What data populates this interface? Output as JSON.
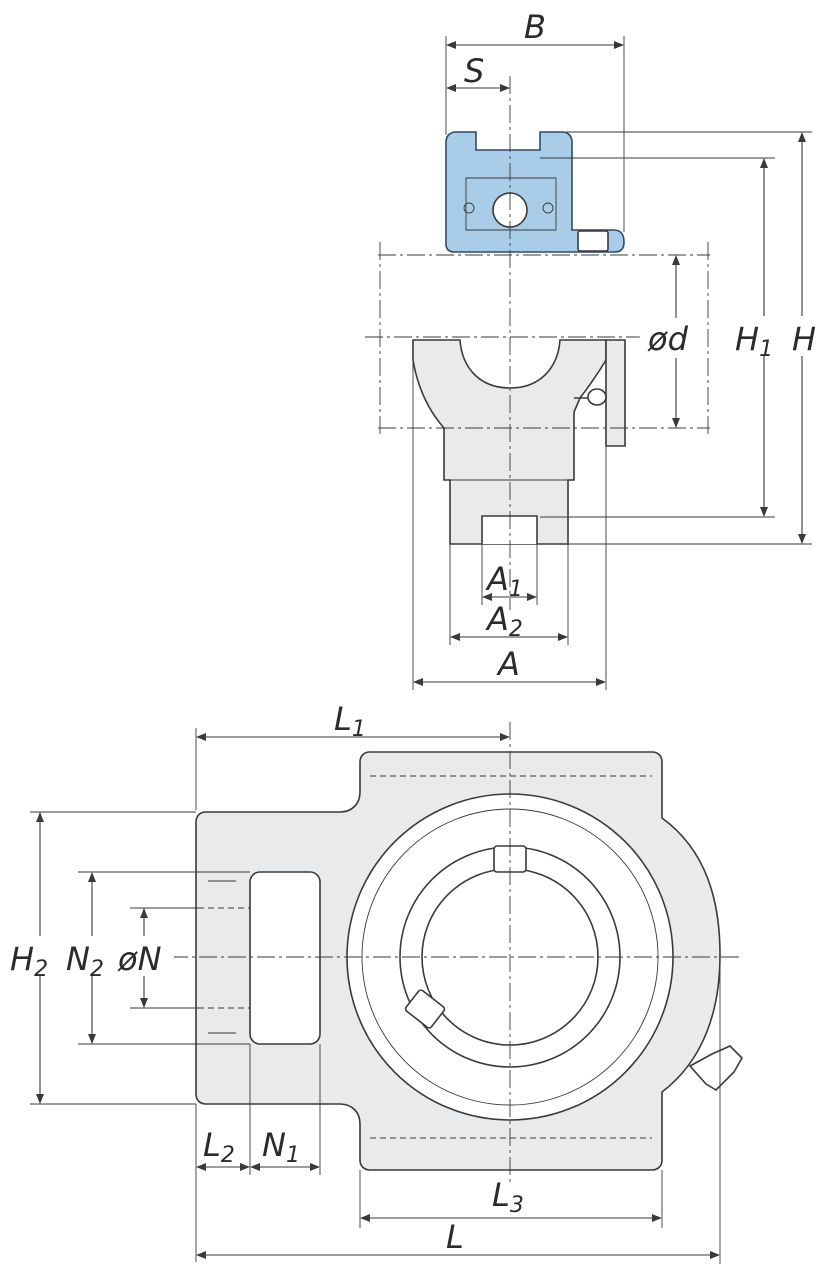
{
  "labels": {
    "B": "B",
    "S": "S",
    "H1_main": "H",
    "H1_sub": "1",
    "H": "H",
    "d": "ød",
    "A1_main": "A",
    "A1_sub": "1",
    "A2_main": "A",
    "A2_sub": "2",
    "A": "A",
    "L1_main": "L",
    "L1_sub": "1",
    "H2_main": "H",
    "H2_sub": "2",
    "N2_main": "N",
    "N2_sub": "2",
    "phiN": "øN",
    "L2_main": "L",
    "L2_sub": "2",
    "N1_main": "N",
    "N1_sub": "1",
    "L3_main": "L",
    "L3_sub": "3",
    "L": "L"
  },
  "colors": {
    "bearing_blue": "#a9cde8",
    "line": "#3a3a3a",
    "housing_fill": "#e9eaeb"
  }
}
